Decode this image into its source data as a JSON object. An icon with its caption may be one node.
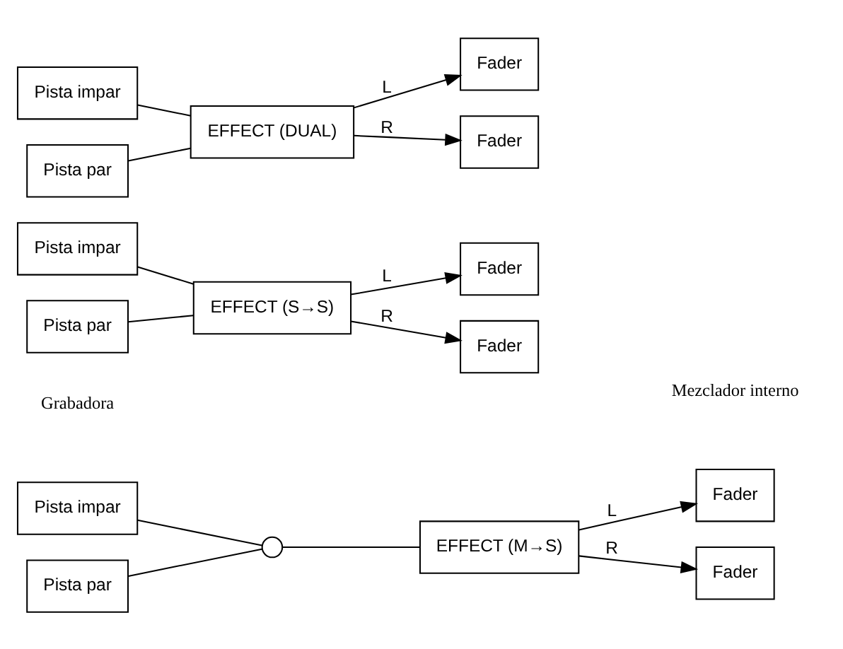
{
  "diagram": {
    "nodes": [
      {
        "text": [
          "Pista impar"
        ]
      },
      {
        "text": [
          "Pista par"
        ]
      },
      {
        "text": [],
        "shape": "circle"
      },
      {
        "text": [
          "EFFECT (M→S)"
        ]
      },
      {
        "text": [
          "Fader"
        ]
      },
      {
        "text": [
          "Fader"
        ]
      },
      {
        "text": [
          "Pista impar"
        ]
      },
      {
        "text": [
          "Pista par"
        ]
      },
      {
        "text": [
          "EFFECT (S→S)"
        ]
      },
      {
        "text": [
          "Fader"
        ]
      },
      {
        "text": [
          "Fader"
        ]
      },
      {
        "text": [
          "Pista impar"
        ]
      },
      {
        "text": [
          "Pista par"
        ]
      },
      {
        "text": [
          "EFFECT (DUAL)"
        ]
      },
      {
        "text": [
          "Fader"
        ]
      },
      {
        "text": [
          "Fader"
        ]
      }
    ],
    "edges": [
      {
        "from": 0,
        "to": 2,
        "arrow": "none"
      },
      {
        "from": 1,
        "to": 2,
        "arrow": "none"
      },
      {
        "from": 2,
        "to": 3,
        "arrow": "none"
      },
      {
        "from": 3,
        "to": 4,
        "arrow": "to",
        "label": "L"
      },
      {
        "from": 3,
        "to": 5,
        "arrow": "to",
        "label": "R"
      },
      {
        "from": 6,
        "to": 8,
        "arrow": "none"
      },
      {
        "from": 7,
        "to": 8,
        "arrow": "none"
      },
      {
        "from": 8,
        "to": 9,
        "arrow": "to",
        "label": "L"
      },
      {
        "from": 8,
        "to": 10,
        "arrow": "to",
        "label": "R"
      },
      {
        "from": 11,
        "to": 13,
        "arrow": "none"
      },
      {
        "from": 12,
        "to": 13,
        "arrow": "none"
      },
      {
        "from": 13,
        "to": 14,
        "arrow": "to",
        "label": "L"
      },
      {
        "from": 13,
        "to": 15,
        "arrow": "to",
        "label": "R"
      }
    ],
    "labels": [
      "Grabadora",
      "Mezclador interno"
    ]
  }
}
